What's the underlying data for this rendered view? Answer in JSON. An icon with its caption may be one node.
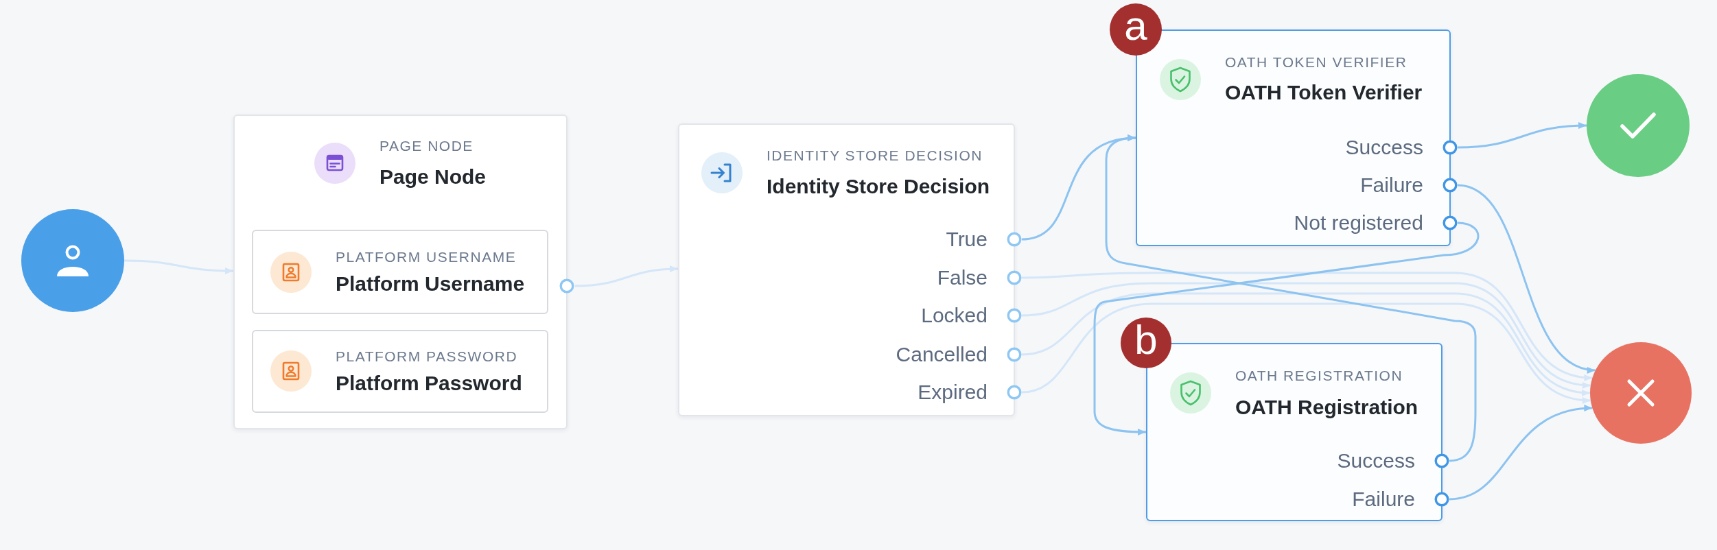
{
  "diagram": {
    "nodes": [
      {
        "text": [],
        "shape": "circle"
      },
      {
        "text": [
          "PAGE NODE",
          "Page Node"
        ]
      },
      {
        "text": [
          "PLATFORM USERNAME",
          "Platform Username"
        ],
        "in": 1
      },
      {
        "text": [
          "PLATFORM PASSWORD",
          "Platform Password"
        ],
        "in": 1
      },
      {
        "text": [
          "IDENTITY STORE DECISION",
          "Identity Store Decision"
        ]
      },
      {
        "text": [
          "True"
        ],
        "in": 4
      },
      {
        "text": [
          "False"
        ],
        "in": 4
      },
      {
        "text": [
          "Locked"
        ],
        "in": 4
      },
      {
        "text": [
          "Cancelled"
        ],
        "in": 4
      },
      {
        "text": [
          "Expired"
        ],
        "in": 4
      },
      {
        "text": [
          "OATH TOKEN VERIFIER",
          "OATH Token Verifier"
        ]
      },
      {
        "text": [
          "Success"
        ],
        "in": 10
      },
      {
        "text": [
          "Failure"
        ],
        "in": 10
      },
      {
        "text": [
          "Not registered"
        ],
        "in": 10
      },
      {
        "text": [],
        "shape": "circle"
      },
      {
        "text": [
          "OATH REGISTRATION",
          "OATH Registration"
        ]
      },
      {
        "text": [
          "Success"
        ],
        "in": 15
      },
      {
        "text": [
          "Failure"
        ],
        "in": 15
      },
      {
        "text": [],
        "shape": "circle"
      }
    ],
    "edges": [
      {
        "from": 0,
        "to": 1,
        "arrow": "to",
        "color": "#d4e6f8"
      },
      {
        "from": 1,
        "to": 4,
        "arrow": "to",
        "color": "#d4e6f8"
      },
      {
        "from": 5,
        "to": 10,
        "arrow": "to"
      },
      {
        "from": 6,
        "to": 18,
        "arrow": "to",
        "color": "#d4e6f8"
      },
      {
        "from": 7,
        "to": 18,
        "arrow": "to",
        "color": "#d4e6f8"
      },
      {
        "from": 8,
        "to": 18,
        "arrow": "to",
        "color": "#d4e6f8"
      },
      {
        "from": 9,
        "to": 18,
        "arrow": "to",
        "color": "#d4e6f8"
      },
      {
        "from": 11,
        "to": 14,
        "arrow": "to"
      },
      {
        "from": 12,
        "to": 18,
        "arrow": "to"
      },
      {
        "from": 13,
        "to": 15,
        "arrow": "to"
      },
      {
        "from": 16,
        "to": 10,
        "arrow": "to"
      },
      {
        "from": 17,
        "to": 18,
        "arrow": "to"
      }
    ],
    "labels": [
      "a",
      "b"
    ]
  }
}
